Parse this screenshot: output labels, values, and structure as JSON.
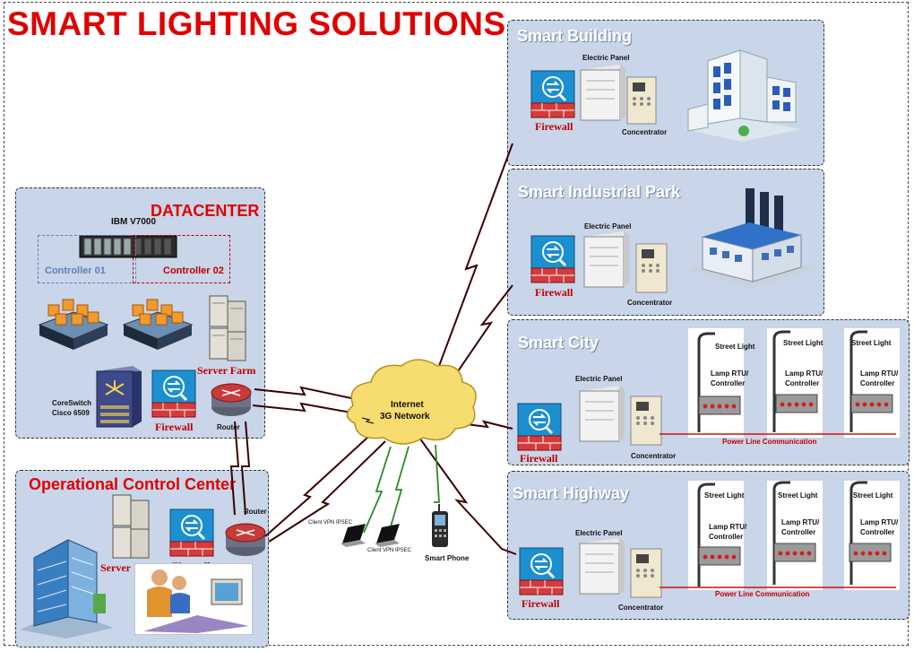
{
  "title": "SMART LIGHTING SOLUTIONS",
  "datacenter": {
    "title": "DATACENTER",
    "storage": "IBM V7000",
    "controller1": "Controller 01",
    "controller2": "Controller 02",
    "server_farm": "Server Farm",
    "core_switch_line1": "CoreSwitch",
    "core_switch_line2": "Cisco 6509",
    "firewall": "Firewall",
    "router": "Router"
  },
  "occ": {
    "title": "Operational Control Center",
    "router": "Router",
    "server": "Server",
    "firewall": "Firewall"
  },
  "cloud": {
    "line1": "Internet",
    "line2": "3G Network"
  },
  "clients": {
    "vpn1": "Client VPN IPSEC",
    "vpn2": "Client VPN IPSEC",
    "phone": "Smart Phone"
  },
  "smart_building": {
    "title": "Smart Building",
    "electric_panel": "Electric Panel",
    "concentrator": "Concentrator",
    "firewall": "Firewall"
  },
  "smart_industrial": {
    "title": "Smart Industrial Park",
    "electric_panel": "Electric Panel",
    "concentrator": "Concentrator",
    "firewall": "Firewall"
  },
  "smart_city": {
    "title": "Smart City",
    "electric_panel": "Electric Panel",
    "concentrator": "Concentrator",
    "firewall": "Firewall",
    "street_light": "Street Light",
    "lamp_rtu_line1": "Lamp RTU/",
    "lamp_rtu_line2": "Controller",
    "plc": "Power Line Communication"
  },
  "smart_highway": {
    "title": "Smart Highway",
    "electric_panel": "Electric Panel",
    "concentrator": "Concentrator",
    "firewall": "Firewall",
    "street_light": "Street Light",
    "lamp_rtu_line1": "Lamp RTU/",
    "lamp_rtu_line2": "Controller",
    "plc": "Power Line Communication"
  },
  "colors": {
    "title_red": "#e00000",
    "panel_bg": "#c9d5e8",
    "firewall_blue": "#1c8fd0",
    "firewall_brick": "#d63a3a",
    "link_dark": "#3a0000",
    "link_green": "#2b8a2b"
  }
}
